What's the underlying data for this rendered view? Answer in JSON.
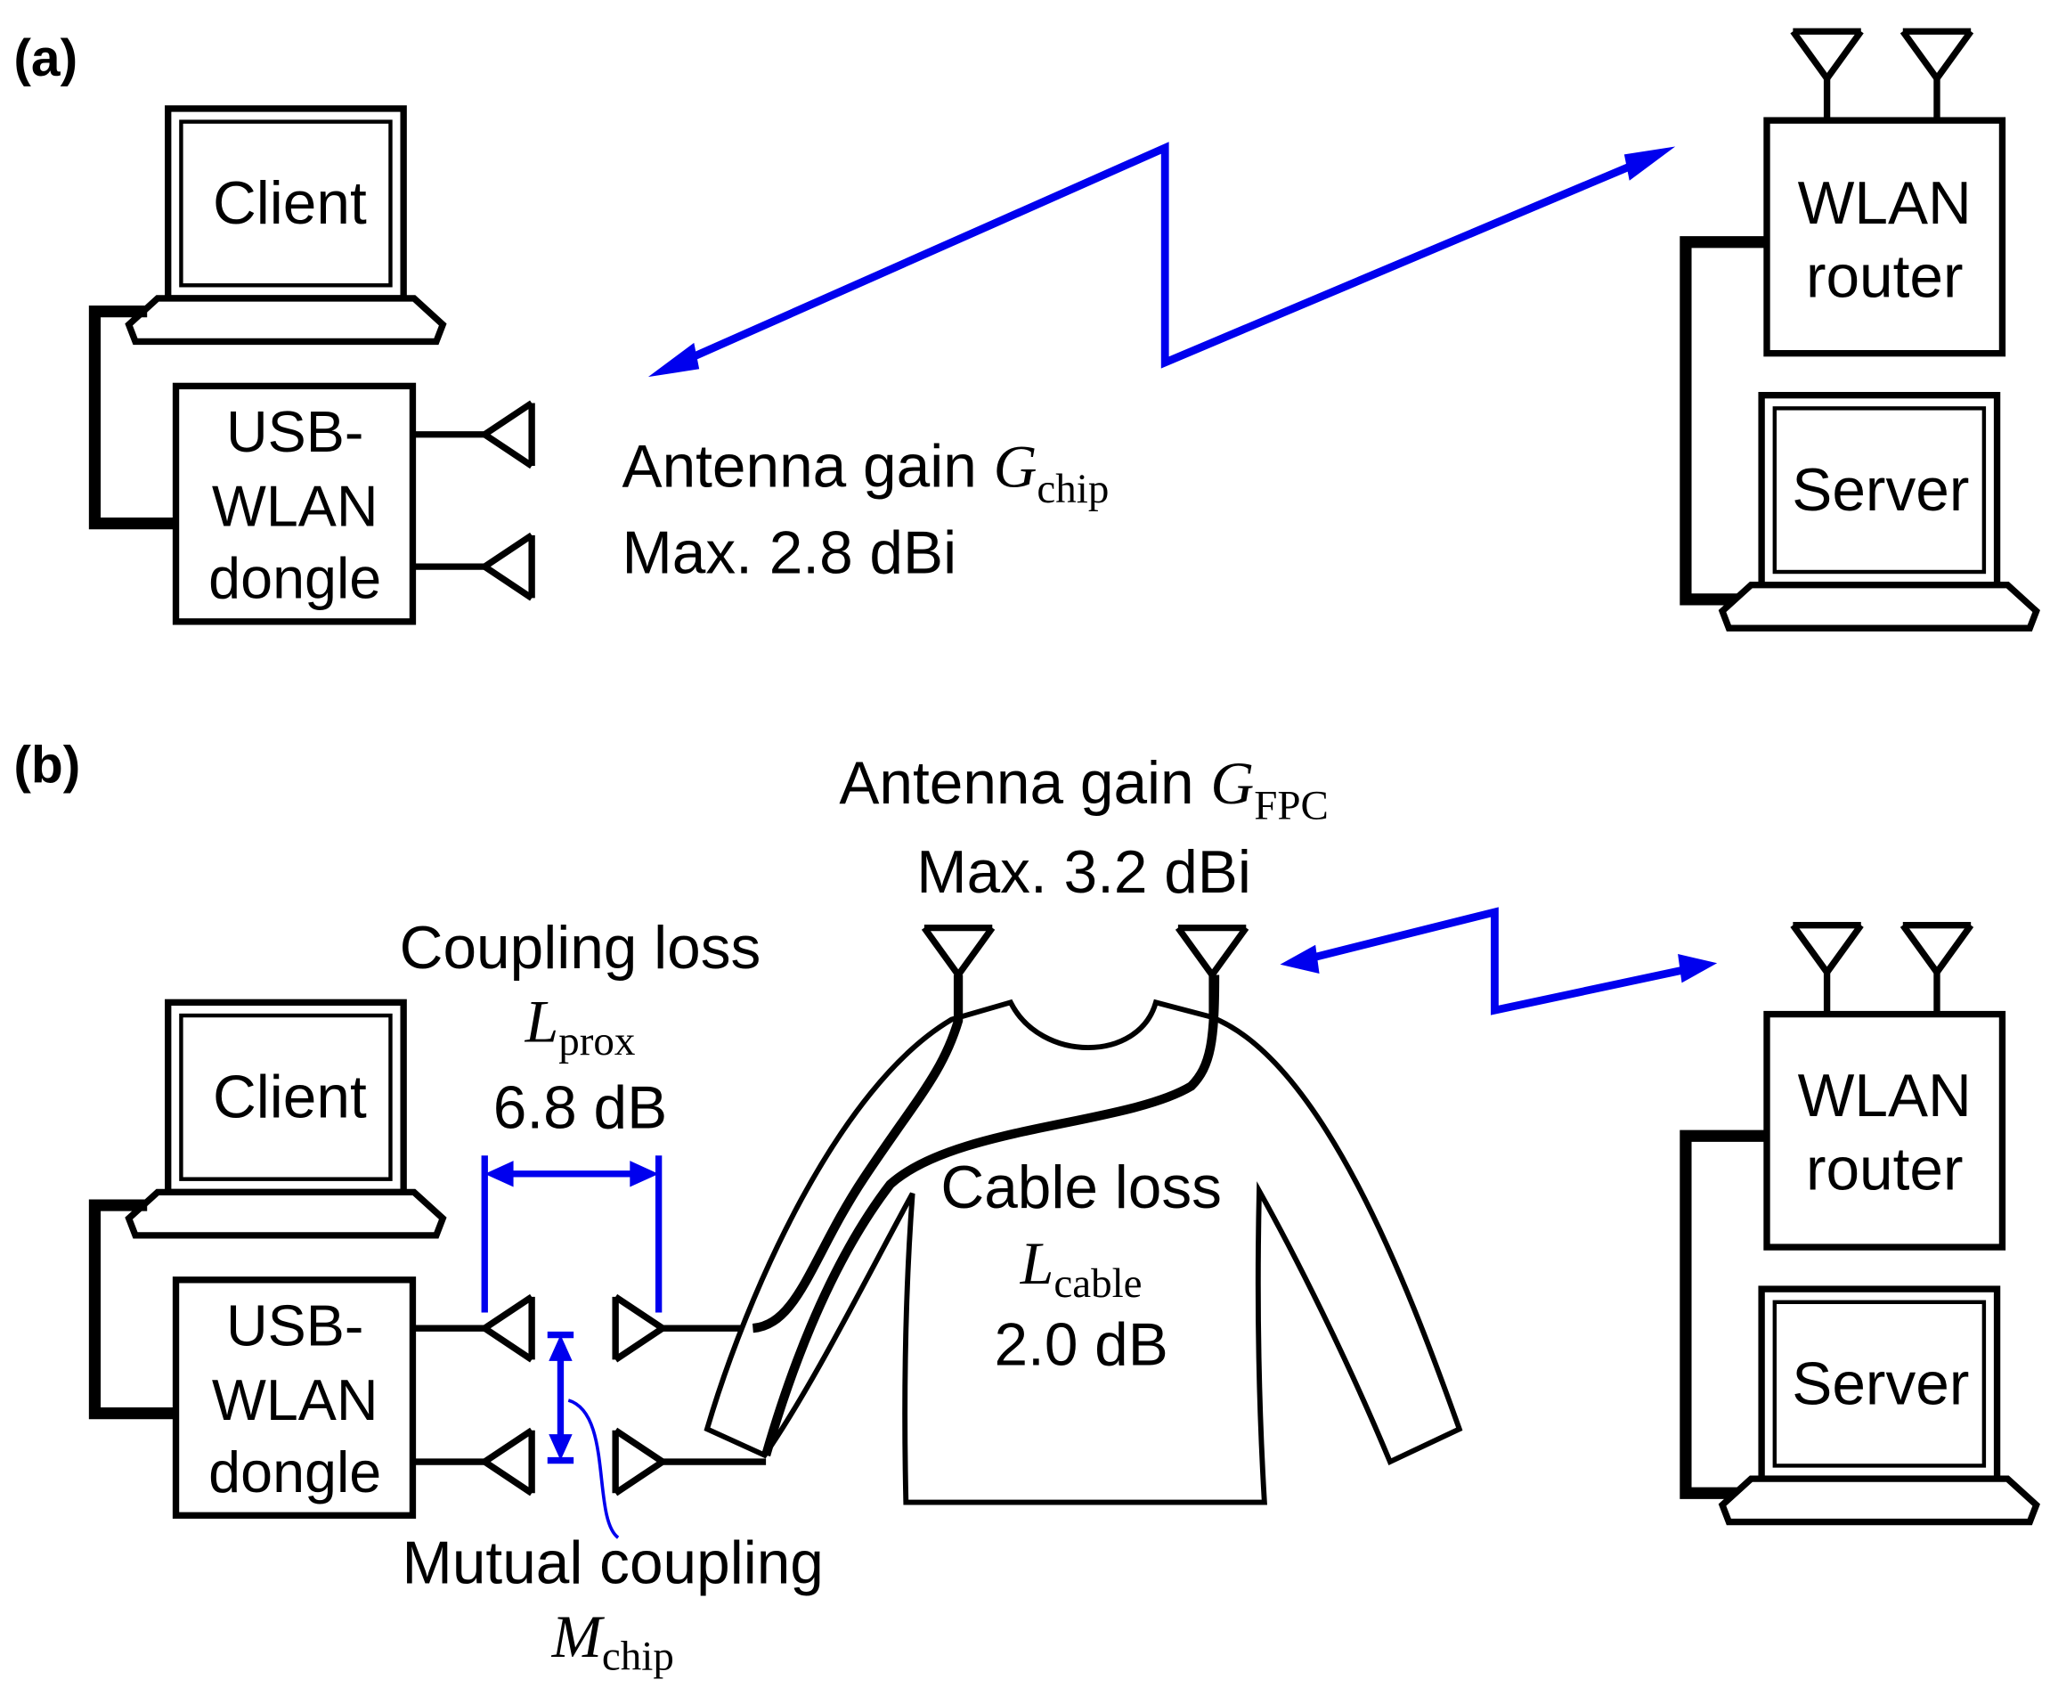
{
  "panel_a": {
    "tag": "(a)",
    "client_label": "Client",
    "dongle_label_lines": [
      "USB-",
      "WLAN",
      "dongle"
    ],
    "router_label_lines": [
      "WLAN",
      "router"
    ],
    "server_label": "Server",
    "antenna_gain": {
      "prefix": "Antenna gain ",
      "var": "G",
      "sub": "chip"
    },
    "max_gain": "Max. 2.8 dBi"
  },
  "panel_b": {
    "tag": "(b)",
    "client_label": "Client",
    "dongle_label_lines": [
      "USB-",
      "WLAN",
      "dongle"
    ],
    "router_label_lines": [
      "WLAN",
      "router"
    ],
    "server_label": "Server",
    "antenna_gain": {
      "prefix": "Antenna gain ",
      "var": "G",
      "sub": "FPC"
    },
    "max_gain": "Max. 3.2 dBi",
    "coupling_loss": {
      "title": "Coupling loss",
      "var": "L",
      "sub": "prox",
      "value": "6.8 dB"
    },
    "cable_loss": {
      "title": "Cable loss",
      "var": "L",
      "sub": "cable",
      "value": "2.0 dB"
    },
    "mutual_coupling": {
      "title": "Mutual coupling",
      "var": "M",
      "sub": "chip"
    }
  },
  "colors": {
    "link": "#0000ee",
    "stroke": "#000000"
  }
}
